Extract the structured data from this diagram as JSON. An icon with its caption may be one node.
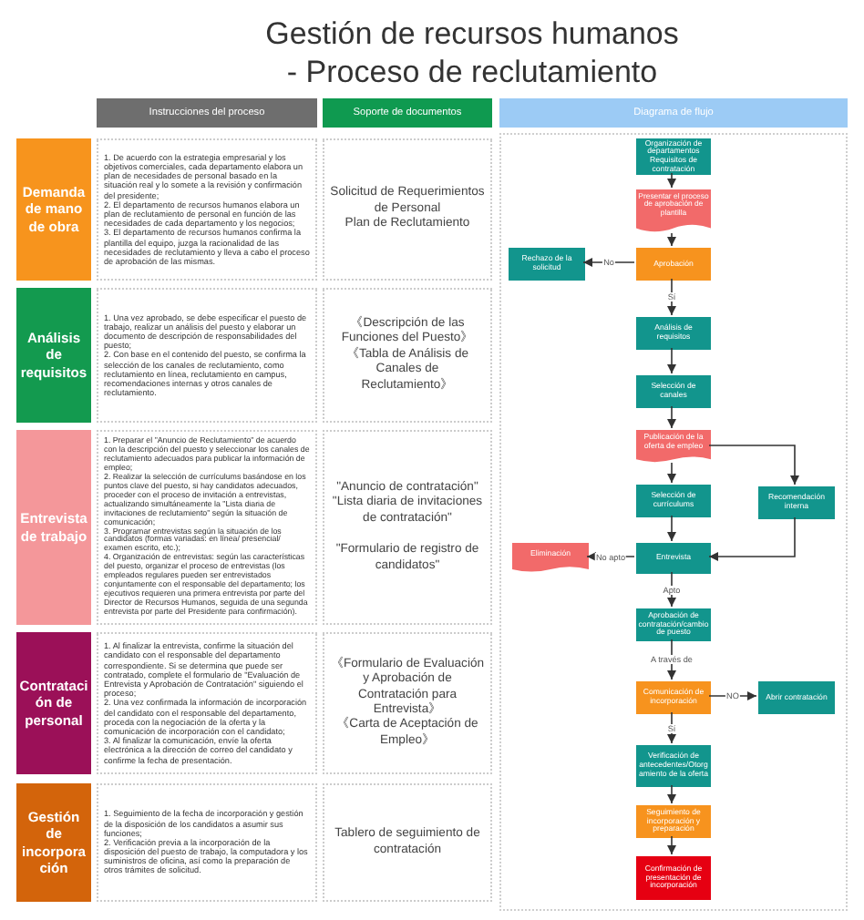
{
  "diagram": {
    "title": "Gestión de recursos humanos - Proceso de reclutamiento",
    "nodes": [
      {
        "text": [
          "Instrucciones del proceso"
        ]
      },
      {
        "text": [
          "Soporte de documentos"
        ]
      },
      {
        "text": [
          "Diagrama de flujo"
        ]
      },
      {
        "text": [
          "Demanda de mano de obra"
        ]
      },
      {
        "text": [
          "1. De acuerdo con la estrategia empresarial y los objetivos comerciales, cada departamento elabora un plan de necesidades de personal basado en la situación real y lo somete a la revisión y confirmación del presidente;",
          "2. El departamento de recursos humanos elabora un plan de reclutamiento de personal en función de las necesidades de cada departamento y los negocios;",
          "3. El departamento de recursos humanos confirma la plantilla del equipo, juzga la racionalidad de las necesidades de reclutamiento y lleva a cabo el proceso de aprobación de las mismas."
        ]
      },
      {
        "text": [
          "Solicitud de Requerimientos de Personal",
          "Plan de Reclutamiento"
        ]
      },
      {
        "text": [
          "Análisis de requisitos"
        ]
      },
      {
        "text": [
          "1. Una vez aprobado, se debe especificar el puesto de trabajo, realizar un análisis del puesto y elaborar un documento de descripción de responsabilidades del puesto;",
          "2. Con base en el contenido del puesto, se confirma la selección de los canales de reclutamiento, como reclutamiento en línea, reclutamiento en campus, recomendaciones internas y otros canales de reclutamiento."
        ]
      },
      {
        "text": [
          "《Descripción de las Funciones del Puesto》",
          "《Tabla de Análisis de Canales de Reclutamiento》"
        ]
      },
      {
        "text": [
          "Entrevista de trabajo"
        ]
      },
      {
        "text": [
          "1. Preparar el \"Anuncio de Reclutamiento\" de acuerdo con la descripción del puesto y seleccionar los canales de reclutamiento adecuados para publicar la información de empleo;",
          "2. Realizar la selección de currículums basándose en los puntos clave del puesto, si hay candidatos adecuados, proceder con el proceso de invitación a entrevistas, actualizando simultáneamente la \"Lista diaria de invitaciones de reclutamiento\" según la situación de comunicación;",
          "3. Programar entrevistas según la situación de los candidatos (formas variadas: en línea/ presencial/ examen escrito, etc.);",
          "4. Organización de entrevistas: según las características del puesto, organizar el proceso de entrevistas (los empleados regulares pueden ser entrevistados conjuntamente con el responsable del departamento; los ejecutivos requieren una primera entrevista por parte del Director de Recursos Humanos, seguida de una segunda entrevista por parte del Presidente para confirmación)."
        ]
      },
      {
        "text": [
          "\"Anuncio de contratación\"",
          "\"Lista diaria de invitaciones de contratación\"",
          "\"Formulario de registro de candidatos\""
        ]
      },
      {
        "text": [
          "Contratación de personal"
        ]
      },
      {
        "text": [
          "1. Al finalizar la entrevista, confirme la situación del candidato con el responsable del departamento correspondiente. Si se determina que puede ser contratado, complete el formulario de \"Evaluación de Entrevista y Aprobación de Contratación\" siguiendo el proceso;",
          "2. Una vez confirmada la información de incorporación del candidato con el responsable del departamento, proceda con la negociación de la oferta y la comunicación de incorporación con el candidato;",
          "3. Al finalizar la comunicación, envíe la oferta electrónica a la dirección de correo del candidato y confirme la fecha de presentación."
        ]
      },
      {
        "text": [
          "《Formulario de Evaluación y Aprobación de Contratación para Entrevista》",
          "《Carta de Aceptación de Empleo》"
        ]
      },
      {
        "text": [
          "Gestión de incorporación"
        ]
      },
      {
        "text": [
          "1. Seguimiento de la fecha de incorporación y gestión de la disposición de los candidatos a asumir sus funciones;",
          "2. Verificación previa a la incorporación de la disposición del puesto de trabajo, la computadora y los suministros de oficina, así como la preparación de otros trámites de solicitud."
        ]
      },
      {
        "text": [
          "Tablero de seguimiento de contratación"
        ]
      },
      {
        "text": [],
        "shape": "box"
      },
      {
        "text": [
          "Organización de departamentos Requisitos de contratación"
        ],
        "in": 18
      },
      {
        "text": [
          "Presentar el proceso de aprobación de plantilla"
        ],
        "in": 18
      },
      {
        "text": [
          "Rechazo de la solicitud"
        ],
        "in": 18
      },
      {
        "text": [
          "Aprobación"
        ],
        "in": 18
      },
      {
        "text": [
          "Análisis de requisitos"
        ],
        "in": 18
      },
      {
        "text": [
          "Selección de canales"
        ],
        "in": 18
      },
      {
        "text": [
          "Publicación de la oferta de empleo"
        ],
        "in": 18
      },
      {
        "text": [
          "Selección de currículums"
        ],
        "in": 18
      },
      {
        "text": [
          "Recomendación interna"
        ],
        "in": 18
      },
      {
        "text": [
          "Eliminación"
        ],
        "in": 18
      },
      {
        "text": [
          "Entrevista"
        ],
        "in": 18
      },
      {
        "text": [
          "Aprobación de contratación/cambio de puesto"
        ],
        "in": 18
      },
      {
        "text": [
          "Comunicación de incorporación"
        ],
        "in": 18
      },
      {
        "text": [
          "Abrir contratación"
        ],
        "in": 18
      },
      {
        "text": [
          "Verificación de antecedentes/Otorgamiento de la oferta"
        ],
        "in": 18
      },
      {
        "text": [
          "Seguimiento de incorporación y preparación"
        ],
        "in": 18
      },
      {
        "text": [
          "Confirmación de presentación de incorporación"
        ],
        "in": 18
      }
    ],
    "edges": [
      {
        "from": 19,
        "to": 20,
        "arrow": "to"
      },
      {
        "from": 20,
        "to": 22,
        "arrow": "to"
      },
      {
        "from": 22,
        "to": 21,
        "arrow": "to",
        "label": "No"
      },
      {
        "from": 22,
        "to": 23,
        "arrow": "to",
        "label": "Sí"
      },
      {
        "from": 23,
        "to": 24,
        "arrow": "to"
      },
      {
        "from": 24,
        "to": 25,
        "arrow": "to"
      },
      {
        "from": 25,
        "to": 26,
        "arrow": "to"
      },
      {
        "from": 25,
        "to": 27,
        "arrow": "to"
      },
      {
        "from": 26,
        "to": 29,
        "arrow": "to"
      },
      {
        "from": 27,
        "to": 29,
        "arrow": "to"
      },
      {
        "from": 29,
        "to": 28,
        "arrow": "to",
        "label": "No apto"
      },
      {
        "from": 29,
        "to": 30,
        "arrow": "to",
        "label": "Apto"
      },
      {
        "from": 30,
        "to": 31,
        "arrow": "to",
        "label": "A través de"
      },
      {
        "from": 31,
        "to": 32,
        "arrow": "to",
        "label": "NO"
      },
      {
        "from": 31,
        "to": 33,
        "arrow": "to",
        "label": "Sí"
      },
      {
        "from": 33,
        "to": 34,
        "arrow": "to"
      },
      {
        "from": 34,
        "to": 35,
        "arrow": "to"
      }
    ]
  }
}
